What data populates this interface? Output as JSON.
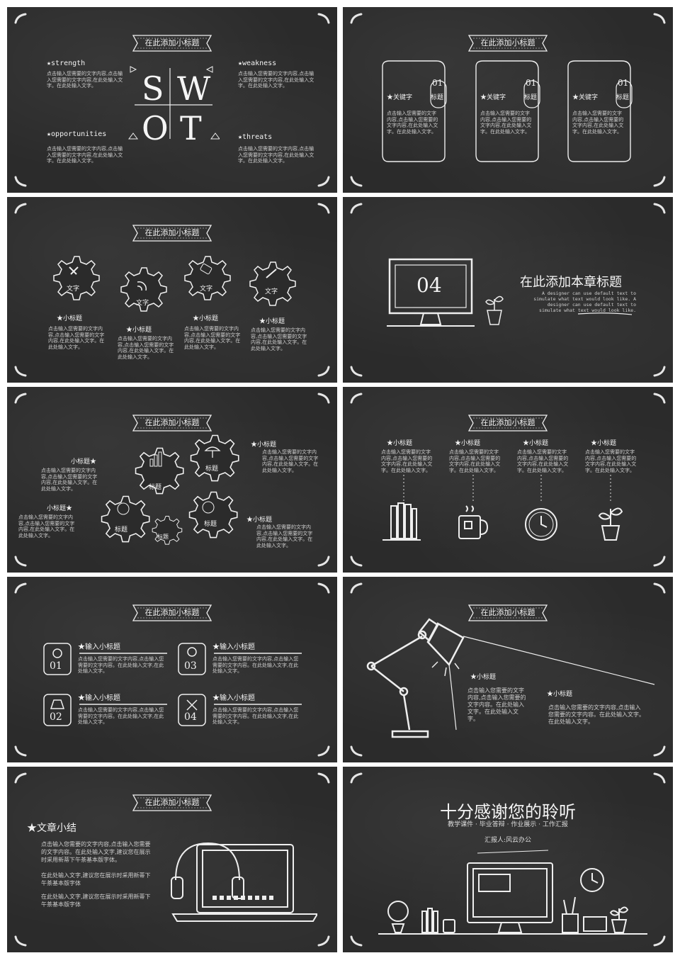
{
  "ribbon_title": "在此添加小标题",
  "body_short": "点击输入您需要的文字内容,点击输入您需要的文字内容,在此处输入文字。在此处输入文字。",
  "body_long": "点击输入您需要的文字内容,点击输入您需要的文字内容。在此处输入文字,在此处输入文字。",
  "slide1": {
    "letters": [
      "S",
      "W",
      "O",
      "T"
    ],
    "strength": "strength",
    "weakness": "weakness",
    "opportunities": "opportunities",
    "threats": "threats"
  },
  "slide2": {
    "keyword": "关键字",
    "num": "01",
    "label": "标题"
  },
  "slide3": {
    "gear_label": "文字",
    "sub": "小标题"
  },
  "slide4": {
    "number": "04",
    "title": "在此添加本章标题",
    "desc": "A designer can use default text to simulate what text would look like. A designer can use default text to simulate what text would look like."
  },
  "slide5": {
    "sub": "小标题",
    "gear": "标题"
  },
  "slide6": {
    "sub": "小标题"
  },
  "slide7": {
    "sub": "输入小标题",
    "nums": [
      "01",
      "02",
      "03",
      "04"
    ]
  },
  "slide8": {
    "sub": "小标题",
    "text_a": "点击输入您需要的文字内容,点击输入您需要的文字内容。在此处输入文字。在此处输入文字。",
    "text_b": "点击输入您需要的文字内容,点击输入您需要的文字内容。在此处输入文字。在此处输入文字。"
  },
  "slide9": {
    "title": "文章小结",
    "p1": "点击输入您需要的文字内容,点击输入您需要的文字内容。在此处输入文字,建议您在展示时采用新蒂下午茶基本版字体。",
    "p2": "在此处输入文字,建议您在展示时采用新蒂下午茶基本版字体",
    "p3": "在此处输入文字,建议您在展示时采用新蒂下午茶基本版字体"
  },
  "slide10": {
    "title": "十分感谢您的聆听",
    "tags": "教学课件 · 毕业答辩 · 作业展示 · 工作汇报",
    "reporter": "汇报人:风云办公"
  }
}
